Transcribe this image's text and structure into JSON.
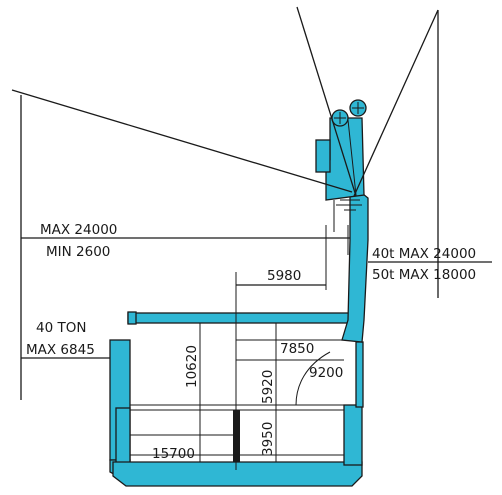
{
  "colors": {
    "hull": "#2fb7d4",
    "line": "#1a1a1a",
    "background": "#ffffff"
  },
  "boom_height": {
    "max": "MAX 24000",
    "min": "MIN 2600"
  },
  "capacity": {
    "forty_t": "40t MAX 24000",
    "fifty_t": "50t MAX 18000"
  },
  "hook_load": {
    "tonnage": "40 TON",
    "max": "MAX 6845"
  },
  "dimensions": {
    "d5980": "5980",
    "d7850": "7850",
    "d9200": "9200",
    "d10620": "10620",
    "d5920": "5920",
    "d3950": "3950",
    "d15700": "15700"
  }
}
